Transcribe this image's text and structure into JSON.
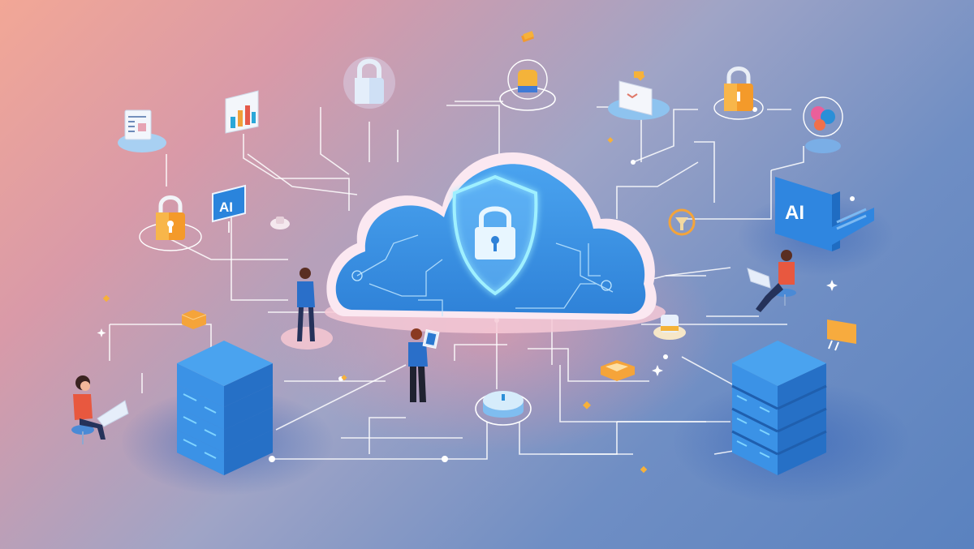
{
  "illustration": {
    "theme": "cloud-security",
    "colors": {
      "background_top_left": "#f2a796",
      "background_bottom_right": "#5a82bf",
      "cloud_fill": "#3d8fe0",
      "cloud_rim": "#f4e3ef",
      "shield_glow": "#8fe4ff",
      "server_blue": "#2f7fd8",
      "accent_orange": "#f5a43a",
      "person_shirt_red": "#e8583f",
      "person_shirt_blue": "#2a6fc9"
    },
    "central_cloud": {
      "icon": "shield-lock-icon"
    },
    "ai_labels": {
      "left_sign": "AI",
      "right_laptop": "AI"
    },
    "elements": [
      {
        "name": "document-card",
        "icon": "document-icon"
      },
      {
        "name": "bar-chart-card",
        "icon": "chart-icon"
      },
      {
        "name": "padlock-top",
        "icon": "lock-icon"
      },
      {
        "name": "robot-gear-node",
        "icon": "robot-icon"
      },
      {
        "name": "laptop-node",
        "icon": "laptop-icon"
      },
      {
        "name": "padlock-orange-right",
        "icon": "lock-icon"
      },
      {
        "name": "brain-node",
        "icon": "brain-icon"
      },
      {
        "name": "padlock-orange-left",
        "icon": "lock-icon"
      },
      {
        "name": "ai-sign-left",
        "icon": "ai-icon"
      },
      {
        "name": "ai-laptop-right",
        "icon": "ai-icon"
      },
      {
        "name": "server-stack-left",
        "icon": "server-icon"
      },
      {
        "name": "server-stack-right",
        "icon": "server-icon"
      },
      {
        "name": "database-disk",
        "icon": "database-icon"
      },
      {
        "name": "person-laptop-left",
        "icon": "person-icon"
      },
      {
        "name": "person-standing-center",
        "icon": "person-icon"
      },
      {
        "name": "person-tablet",
        "icon": "person-icon"
      },
      {
        "name": "person-laptop-right",
        "icon": "person-icon"
      },
      {
        "name": "chat-bubble-orange",
        "icon": "chat-icon"
      }
    ]
  }
}
